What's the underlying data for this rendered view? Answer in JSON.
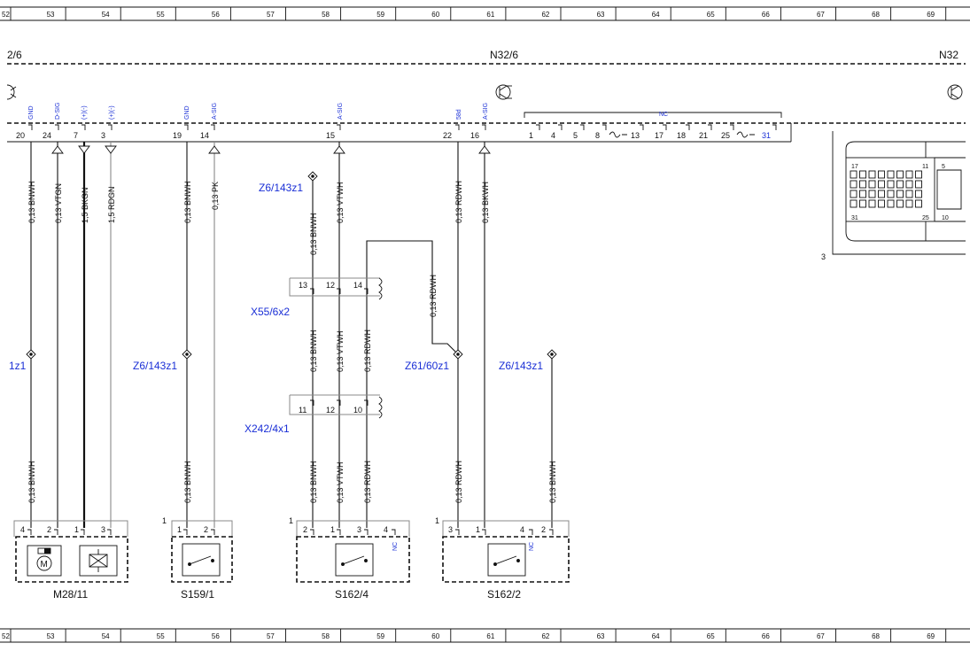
{
  "ruler": {
    "cells": [
      "52",
      "53",
      "54",
      "55",
      "56",
      "57",
      "58",
      "59",
      "60",
      "61",
      "62",
      "63",
      "64",
      "65",
      "66",
      "67",
      "68",
      "69"
    ]
  },
  "modules": {
    "left_partial": "2/6",
    "center": "N32/6",
    "right_partial": "N32"
  },
  "top_pins": [
    {
      "signal": "GND",
      "num": "20"
    },
    {
      "signal": "D-SIG",
      "num": "24"
    },
    {
      "signal": "(+)(-)",
      "num": "7"
    },
    {
      "signal": "(+)(-)",
      "num": "3"
    },
    {
      "signal": "GND",
      "num": "19"
    },
    {
      "signal": "A-SIG",
      "num": "14"
    },
    {
      "signal": "A-SIG",
      "num": "15"
    },
    {
      "signal": "58d",
      "num": "22"
    },
    {
      "signal": "A-SIG",
      "num": "16"
    }
  ],
  "nc_label": "NC",
  "nc_pins": [
    "1",
    "4",
    "5",
    "8",
    "13",
    "17",
    "18",
    "21",
    "25",
    "31"
  ],
  "wires": {
    "w20_top": "0,13 BNWH",
    "w24_top": "0,13 VTGN",
    "w7_top": "1,5 BKGN",
    "w3_top": "1,5 RDGN",
    "w19_top": "0,13 BNWH",
    "w14_top": "0,13 PK",
    "w15_top": "0,13 VTWH",
    "w22_top": "0,13 RDWH",
    "w16_top": "0,13 BKWH",
    "w_bnwh_upper": "0,13 BNWH",
    "w_rdwh_branch": "0,13 RDWH",
    "mid_bnwh": "0,13 BNWH",
    "mid_vtwh": "0,13 VTWH",
    "mid_rdwh": "0,13 RDWH",
    "bot_m28": "0,13 BNWH",
    "bot_s159": "0,13 BNWH",
    "bot_s162_4_a": "0,13 BNWH",
    "bot_s162_4_b": "0,13 VTWH",
    "bot_s162_4_c": "0,13 RDWH",
    "bot_s162_2": "0,13 RDWH",
    "bot_right": "0,13 BNWH"
  },
  "splices": {
    "z6_top": "Z6/143z1",
    "z_left": "1z1",
    "z6_s159": "Z6/143z1",
    "z61": "Z61/60z1",
    "z6_right": "Z6/143z1"
  },
  "connectors": {
    "x55": {
      "name": "X55/6x2",
      "pins": [
        "13",
        "12",
        "14"
      ]
    },
    "x242": {
      "name": "X242/4x1",
      "pins": [
        "11",
        "12",
        "10"
      ]
    }
  },
  "components": {
    "m28": {
      "name": "M28/11",
      "pins": [
        "4",
        "2",
        "1",
        "3"
      ]
    },
    "s159": {
      "name": "S159/1",
      "pins": [
        "1",
        "2"
      ],
      "tag": "1"
    },
    "s162_4": {
      "name": "S162/4",
      "pins": [
        "2",
        "1",
        "3",
        "4"
      ],
      "tag": "1",
      "nc": "NC"
    },
    "s162_2": {
      "name": "S162/2",
      "pins": [
        "3",
        "1",
        "4",
        "2"
      ],
      "tag": "1",
      "nc": "NC"
    }
  },
  "connector_view": {
    "label": "3",
    "pins": [
      "17",
      "11",
      "5",
      "31",
      "25",
      "10"
    ]
  }
}
